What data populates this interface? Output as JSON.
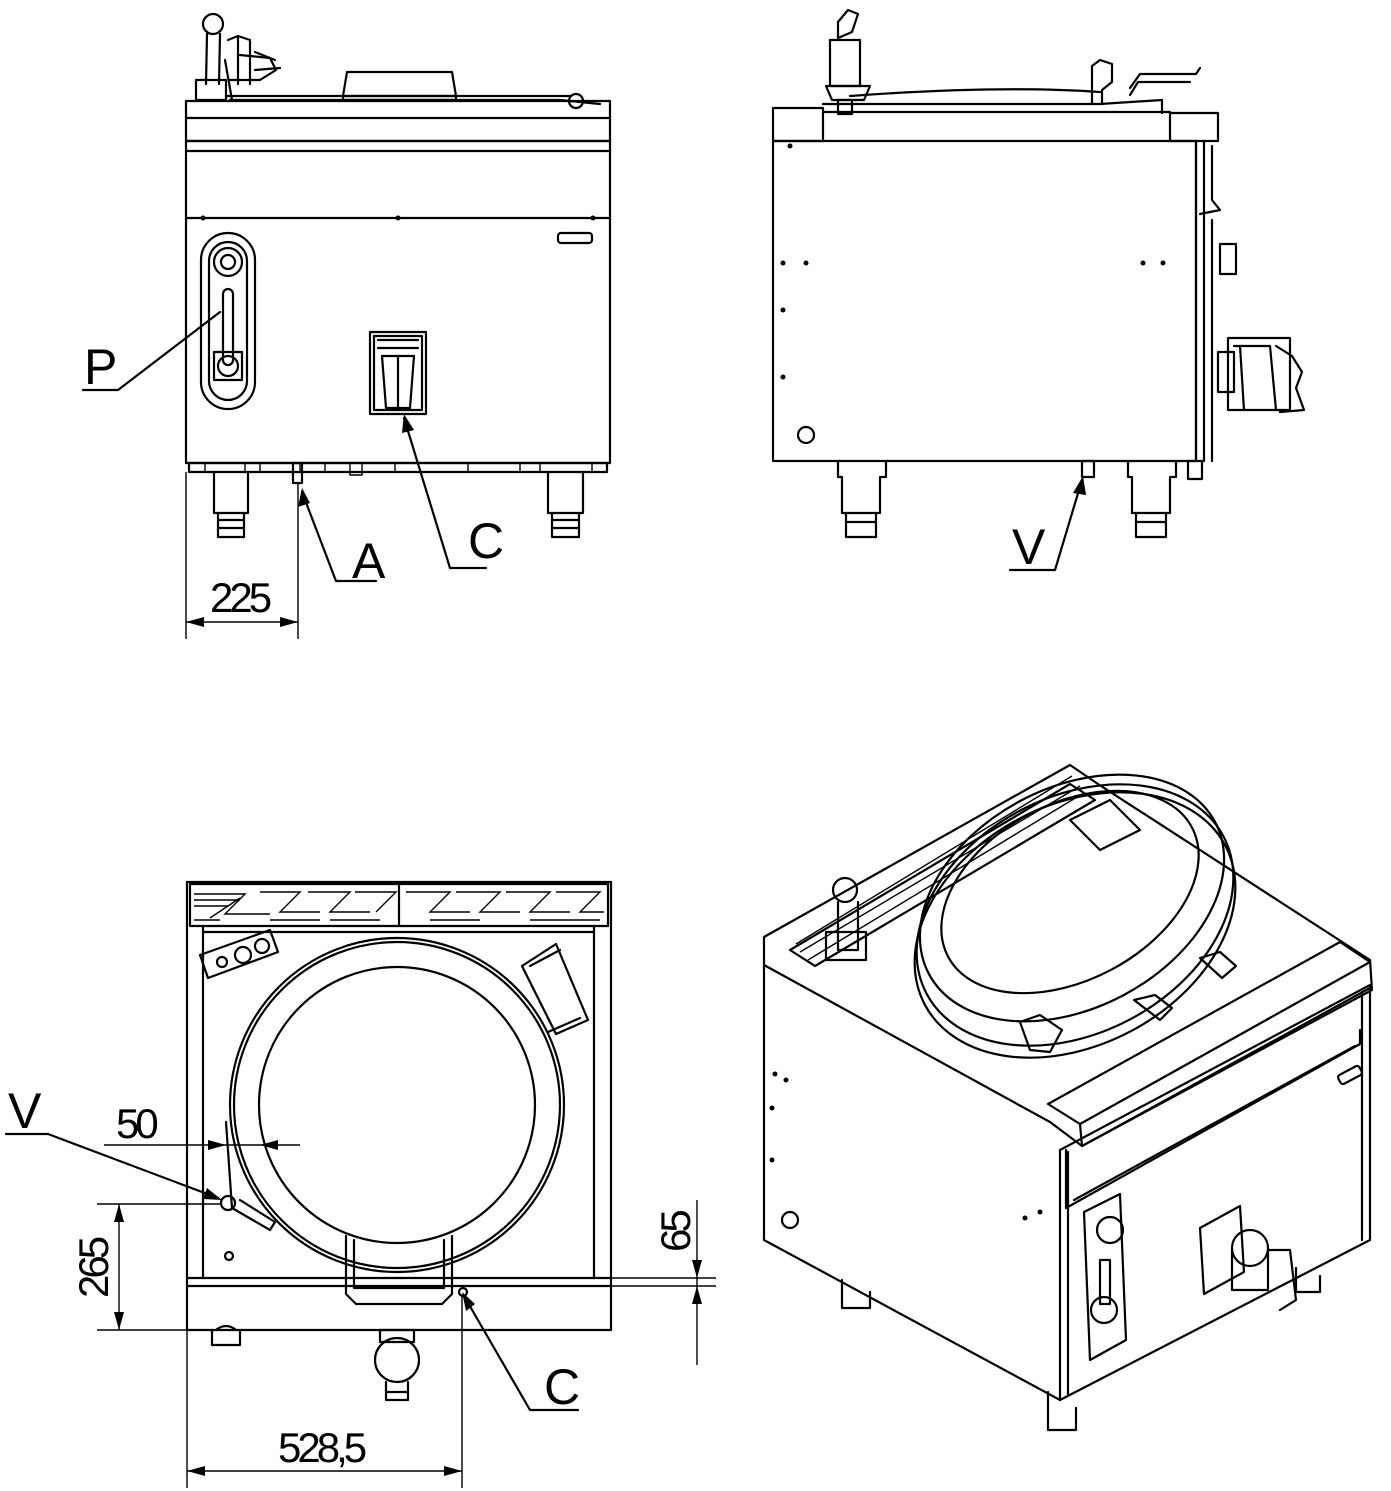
{
  "labels": {
    "p_front": "P",
    "a_front": "A",
    "c_front": "C",
    "v_side": "V",
    "v_top": "V",
    "c_top": "C"
  },
  "dimensions": {
    "d225": "225",
    "d50": "50",
    "d265": "265",
    "d65": "65",
    "d528": "528,5"
  }
}
